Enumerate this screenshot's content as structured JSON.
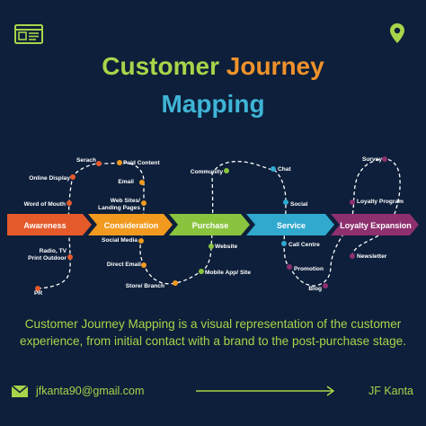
{
  "title": {
    "part1": "Customer",
    "part2": "Journey",
    "part3": "Mapping"
  },
  "colors": {
    "background": "#0d1f3a",
    "green": "#a8d44a",
    "orange": "#f0922b",
    "blue": "#3fb4d6"
  },
  "stages": [
    {
      "label": "Awareness",
      "color": "#e55a2b"
    },
    {
      "label": "Consideration",
      "color": "#f29a1f"
    },
    {
      "label": "Purchase",
      "color": "#8ac43f"
    },
    {
      "label": "Service",
      "color": "#31a9cf"
    },
    {
      "label": "Loyalty Expansion",
      "color": "#8e2f6e"
    }
  ],
  "touchpoints": [
    {
      "label": "Serach",
      "color": "#e55a2b"
    },
    {
      "label": "Paid Content",
      "color": "#f29a1f"
    },
    {
      "label": "Online Display",
      "color": "#e55a2b"
    },
    {
      "label": "Email",
      "color": "#f29a1f"
    },
    {
      "label": "Word of Mouth",
      "color": "#e55a2b"
    },
    {
      "label": "Web Sites/",
      "color": "#f29a1f"
    },
    {
      "label": "Landing Pages",
      "color": "#f29a1f"
    },
    {
      "label": "Radio, TV",
      "color": "#e55a2b"
    },
    {
      "label": "Print Outdoor",
      "color": "#e55a2b"
    },
    {
      "label": "PR",
      "color": "#e55a2b"
    },
    {
      "label": "Social Media",
      "color": "#f29a1f"
    },
    {
      "label": "Direct Email",
      "color": "#f29a1f"
    },
    {
      "label": "Store/ Branch",
      "color": "#f29a1f"
    },
    {
      "label": "Community",
      "color": "#8ac43f"
    },
    {
      "label": "Website",
      "color": "#8ac43f"
    },
    {
      "label": "Mobile App/ Site",
      "color": "#8ac43f"
    },
    {
      "label": "Chat",
      "color": "#31a9cf"
    },
    {
      "label": "Social",
      "color": "#31a9cf"
    },
    {
      "label": "Call Centre",
      "color": "#31a9cf"
    },
    {
      "label": "Promotion",
      "color": "#8e2f6e"
    },
    {
      "label": "Blog",
      "color": "#8e2f6e"
    },
    {
      "label": "Survey",
      "color": "#8e2f6e"
    },
    {
      "label": "Loyalty Program",
      "color": "#8e2f6e"
    },
    {
      "label": "Newsletter",
      "color": "#8e2f6e"
    }
  ],
  "description": "Customer Journey Mapping is a visual representation of the customer experience, from initial contact with a brand to the post-purchase stage.",
  "footer": {
    "email": "jfkanta90@gmail.com",
    "author": "JF Kanta"
  },
  "icons": {
    "top_left": "browser-window-icon",
    "top_right": "map-pin-icon",
    "email": "envelope-icon",
    "arrow": "arrow-right-icon"
  }
}
